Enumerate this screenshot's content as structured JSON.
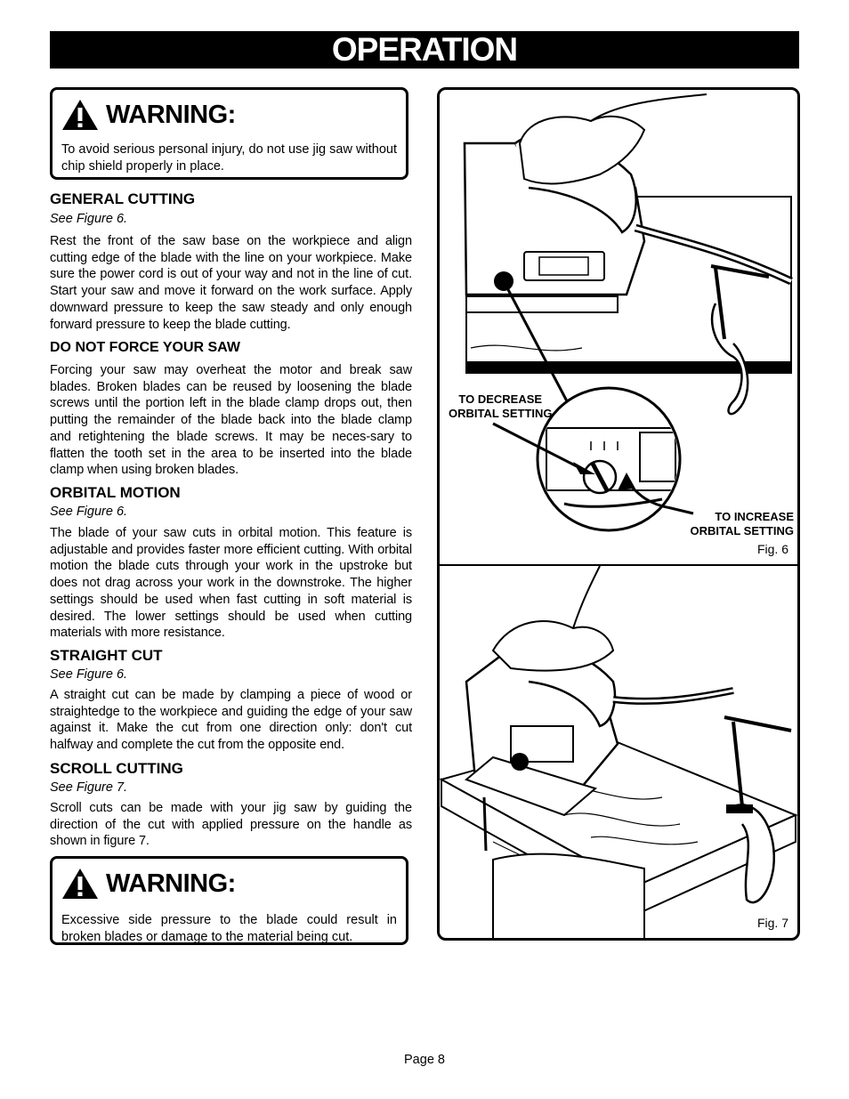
{
  "header": {
    "title": "OPERATION"
  },
  "warnings": [
    {
      "label": "WARNING:",
      "text": "To avoid serious personal injury, do not use jig saw without chip shield properly in place."
    },
    {
      "label": "WARNING:",
      "text": "Excessive side pressure to the blade could result in broken blades or damage to the material being cut."
    }
  ],
  "sections": {
    "general_cutting": {
      "heading": "GENERAL CUTTING",
      "see": "See Figure 6.",
      "body": "Rest the front of the saw base on the workpiece and align cutting edge of the blade with the line on your workpiece. Make sure the power cord is out of your way and not in the line of cut. Start your saw and move it forward on the work surface. Apply downward pressure to keep the saw steady and only enough forward pressure to keep the blade cutting."
    },
    "do_not_force": {
      "heading": "DO NOT FORCE YOUR SAW",
      "body": "Forcing your saw may overheat the motor and break saw blades. Broken blades can be reused by loosening the blade screws until the portion left in the blade clamp drops out, then putting the remainder of the blade back into the blade clamp and retightening the blade screws. It may be neces-sary to flatten the tooth set in the area to be inserted into the blade clamp when using broken blades."
    },
    "orbital_motion": {
      "heading": "ORBITAL MOTION",
      "see": "See Figure 6.",
      "body": "The blade of your saw cuts in orbital motion. This feature is adjustable and provides faster more efficient cutting. With orbital motion the blade cuts through your work in the upstroke but does not drag across your work in the downstroke. The higher settings should be used when fast cutting in soft material is desired. The lower settings should be used when cutting materials with more resistance."
    },
    "straight_cut": {
      "heading": "STRAIGHT CUT",
      "see": "See Figure 6.",
      "body": "A straight cut can be made by clamping a piece of wood or straightedge to the workpiece and guiding the edge of your saw against it. Make the cut from one direction only: don't cut halfway and complete the cut from the opposite end."
    },
    "scroll_cutting": {
      "heading": "SCROLL CUTTING",
      "see": "See Figure 7.",
      "body": "Scroll cuts can be made with your jig saw by guiding the direction of the cut with applied pressure on the handle as shown in figure 7."
    }
  },
  "figures": {
    "fig6": {
      "label": "Fig. 6",
      "decrease_line1": "TO DECREASE",
      "decrease_line2": "ORBITAL SETTING",
      "increase_line1": "TO INCREASE",
      "increase_line2": "ORBITAL SETTING"
    },
    "fig7": {
      "label": "Fig. 7"
    }
  },
  "footer": {
    "page": "Page 8"
  },
  "icons": {
    "warning": "warning-triangle-icon",
    "jigsaw": "jigsaw-illustration",
    "clamp": "c-clamp-illustration"
  }
}
